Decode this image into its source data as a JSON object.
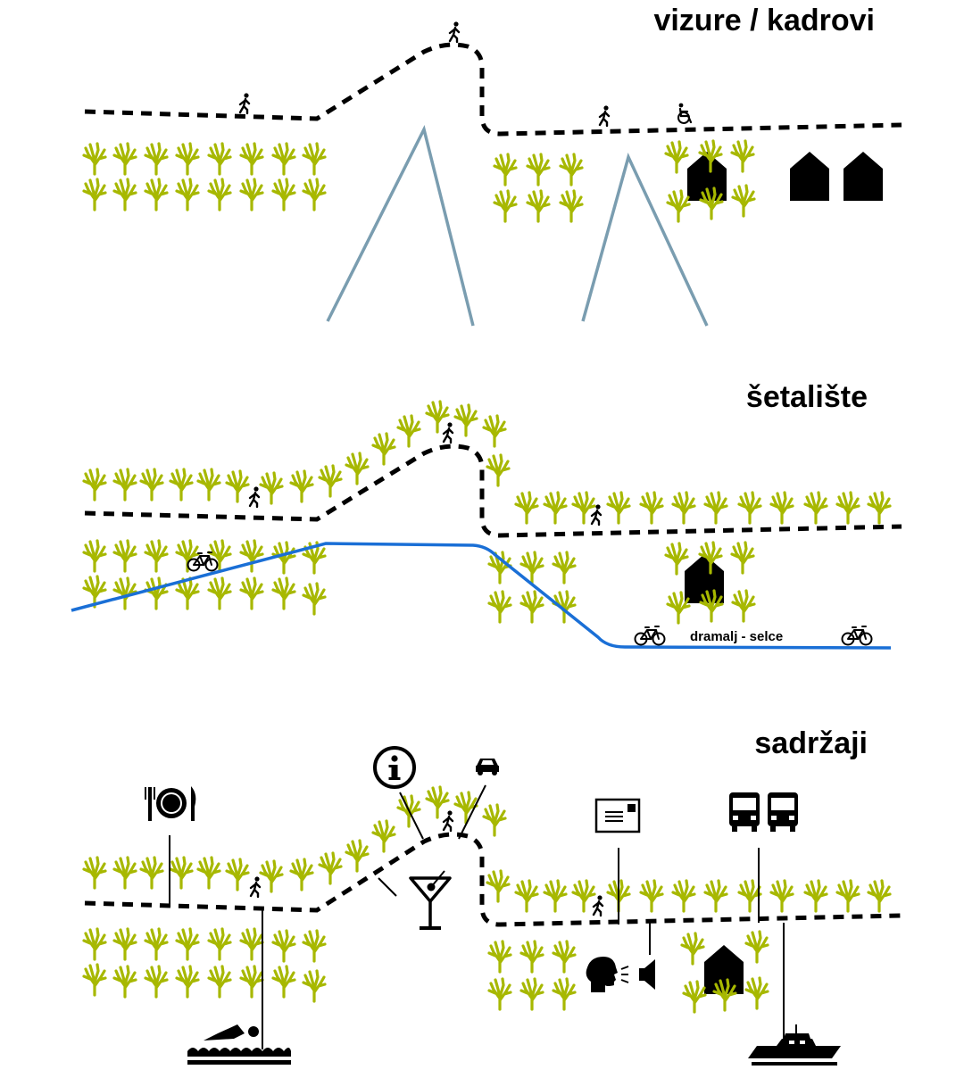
{
  "panels": {
    "views": {
      "title": "vizure / kadrovi"
    },
    "promenade": {
      "title": "šetalište",
      "bike_route_label": "dramalj - selce"
    },
    "contents": {
      "title": "sadržaji"
    }
  },
  "colors": {
    "vegetation": "#a7b800",
    "path": "#000000",
    "view_cone": "#7a9db0",
    "bike_route": "#1a6fd6",
    "building": "#000000"
  },
  "icons": {
    "people": [
      "pedestrian-icon",
      "wheelchair-icon",
      "bicycle-icon"
    ],
    "amenities": [
      "restaurant-icon",
      "info-icon",
      "car-icon",
      "cocktail-icon",
      "mail-icon",
      "bus-icon",
      "speaker-icon",
      "swimming-icon",
      "boat-icon"
    ]
  }
}
